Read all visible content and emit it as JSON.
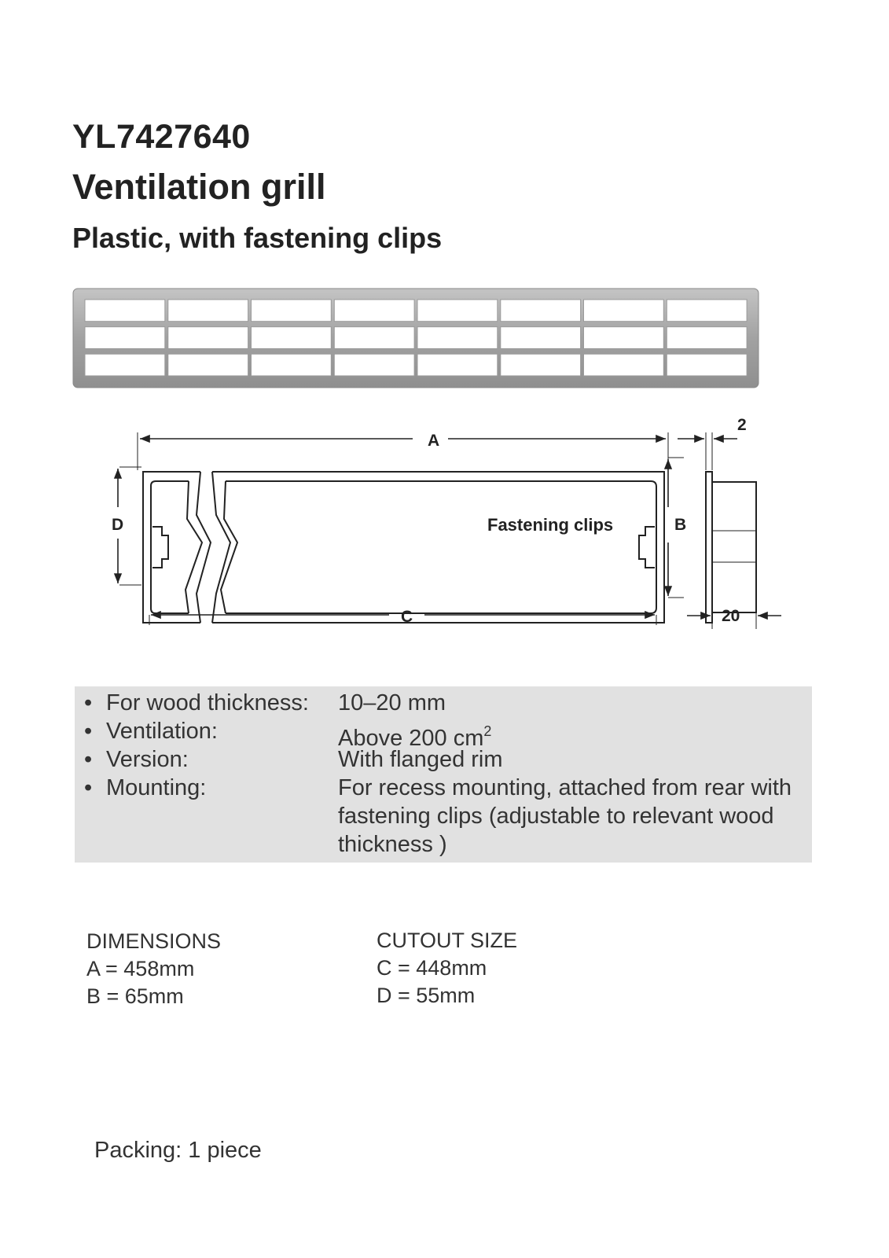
{
  "header": {
    "code": "YL7427640",
    "name": "Ventilation grill",
    "subtitle": "Plastic, with fastening clips"
  },
  "drawing": {
    "label_a": "A",
    "label_b": "B",
    "label_c": "C",
    "label_d": "D",
    "label_flange": "2",
    "label_depth": "20",
    "clips_label": "Fastening clips"
  },
  "specs": [
    {
      "label": "For wood thickness:",
      "value": "10–20 mm"
    },
    {
      "label": "Ventilation:",
      "value": "Above 200 cm",
      "sup": "2"
    },
    {
      "label": "Version:",
      "value": "With flanged rim"
    },
    {
      "label": "Mounting:",
      "value": "For recess mounting, attached from rear with fastening clips (adjustable to relevant wood thickness )"
    }
  ],
  "dimensions": {
    "heading": "DIMENSIONS",
    "a": "A = 458mm",
    "b": "B = 65mm"
  },
  "cutout": {
    "heading": "CUTOUT SIZE",
    "c": "C = 448mm",
    "d": "D = 55mm"
  },
  "packing": "Packing: 1 piece",
  "colors": {
    "grill_gray": "#a9a9a9",
    "spec_bg": "#e1e1e1"
  }
}
